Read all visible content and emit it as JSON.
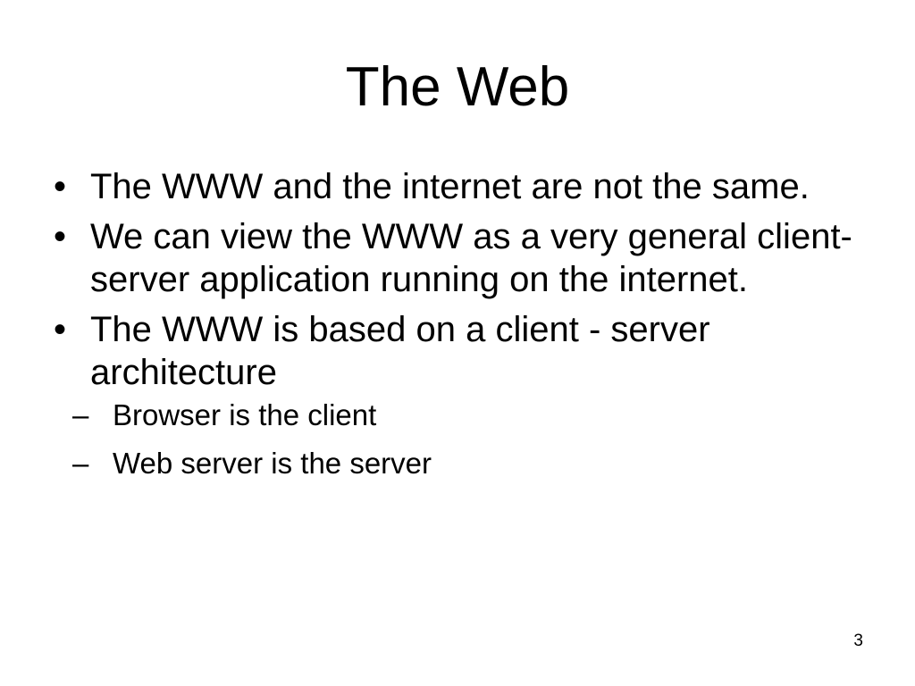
{
  "slide": {
    "title": "The Web",
    "bullet_marker": "•",
    "sub_marker": "–",
    "bullets": [
      {
        "text": "The WWW and the internet are not the same."
      },
      {
        "text": "We can view the WWW as a very general client-server application running on the internet."
      },
      {
        "text": "The WWW is based on a client - server architecture"
      }
    ],
    "sub_bullets": [
      {
        "text": "Browser is the client"
      },
      {
        "text": "Web server is the server"
      }
    ],
    "page_number": "3"
  }
}
